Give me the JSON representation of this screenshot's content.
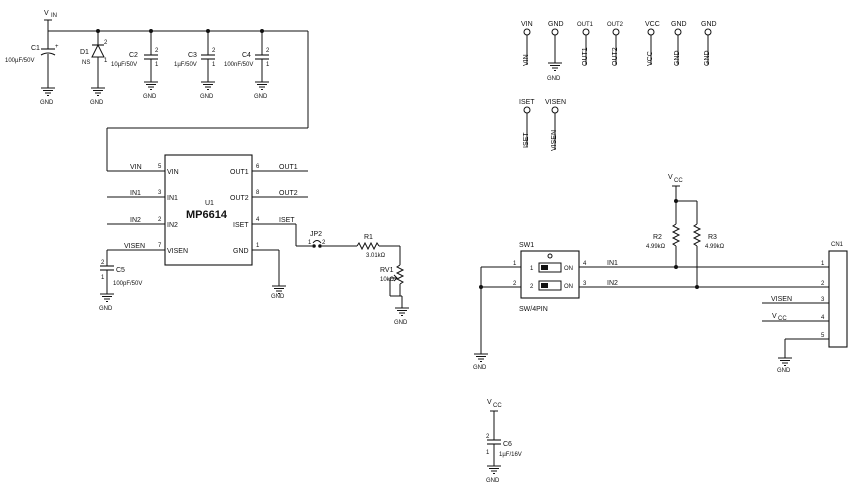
{
  "power": {
    "vin": "V",
    "vin_sub": "IN",
    "vcc": "V",
    "vcc_sub": "CC",
    "gnd": "GND"
  },
  "components": {
    "c1": {
      "ref": "C1",
      "value": "100µF/50V"
    },
    "d1": {
      "ref": "D1",
      "value": "NS"
    },
    "c2": {
      "ref": "C2",
      "value": "10µF/50V"
    },
    "c3": {
      "ref": "C3",
      "value": "1µF/50V"
    },
    "c4": {
      "ref": "C4",
      "value": "100nF/50V"
    },
    "c5": {
      "ref": "C5",
      "value": "100pF/50V"
    },
    "c6": {
      "ref": "C6",
      "value": "1µF/16V"
    },
    "r1": {
      "ref": "R1",
      "value": "3.01kΩ"
    },
    "r2": {
      "ref": "R2",
      "value": "4.99kΩ"
    },
    "r3": {
      "ref": "R3",
      "value": "4.99kΩ"
    },
    "rv1": {
      "ref": "RV1",
      "value": "10kΩ"
    },
    "jp2": {
      "ref": "JP2"
    },
    "cap_pin1": "1",
    "cap_pin2": "2"
  },
  "u1": {
    "ref": "U1",
    "part": "MP6614",
    "left_pins": [
      {
        "name": "VIN",
        "num": "5",
        "net": "VIN"
      },
      {
        "name": "IN1",
        "num": "3",
        "net": "IN1"
      },
      {
        "name": "IN2",
        "num": "2",
        "net": "IN2"
      },
      {
        "name": "VISEN",
        "num": "7",
        "net": "VISEN"
      }
    ],
    "right_pins": [
      {
        "name": "OUT1",
        "num": "6",
        "net": "OUT1"
      },
      {
        "name": "OUT2",
        "num": "8",
        "net": "OUT2"
      },
      {
        "name": "ISET",
        "num": "4",
        "net": "ISET"
      },
      {
        "name": "GND",
        "num": "1",
        "net": ""
      }
    ]
  },
  "test_points": [
    {
      "top": "VIN",
      "side": "VIN"
    },
    {
      "top": "GND",
      "side": "GND"
    },
    {
      "top": "OUT1",
      "side": "OUT1"
    },
    {
      "top": "OUT2",
      "side": "OUT2"
    },
    {
      "top": "VCC",
      "side": "VCC"
    },
    {
      "top": "GND",
      "side": "GND"
    },
    {
      "top": "GND",
      "side": "GND"
    },
    {
      "top": "ISET",
      "side": "ISET"
    },
    {
      "top": "VISEN",
      "side": "VISEN"
    }
  ],
  "sw1": {
    "ref": "SW1",
    "part": "SW/4PIN",
    "on": "ON",
    "pins": [
      "1",
      "2",
      "3",
      "4"
    ],
    "pos": [
      "1",
      "2"
    ],
    "nets": [
      "IN1",
      "IN2"
    ]
  },
  "cn1": {
    "ref": "CN1",
    "pins": [
      "1",
      "2",
      "3",
      "4",
      "5"
    ],
    "nets": [
      "VISEN",
      "V"
    ]
  }
}
